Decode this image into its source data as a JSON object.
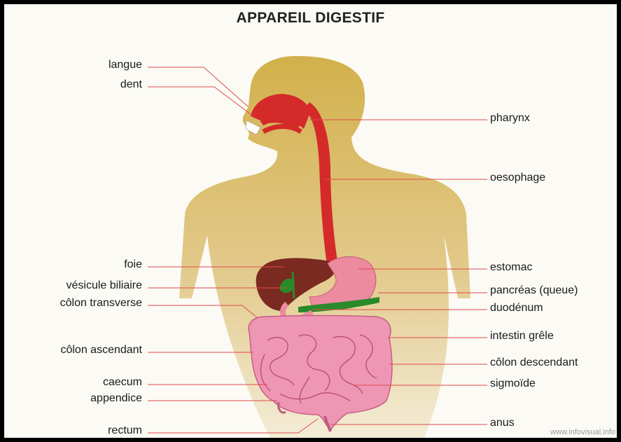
{
  "title": "APPAREIL DIGESTIF",
  "labels_left": {
    "langue": "langue",
    "dent": "dent",
    "foie": "foie",
    "vesicule": "vésicule biliaire",
    "colon_transverse": "côlon transverse",
    "colon_ascendant": "côlon ascendant",
    "caecum": "caecum",
    "appendice": "appendice",
    "rectum": "rectum"
  },
  "labels_right": {
    "pharynx": "pharynx",
    "oesophage": "oesophage",
    "estomac": "estomac",
    "pancreas": "pancréas (queue)",
    "duodenum": "duodénum",
    "intestin": "intestin grêle",
    "colon_descendant": "côlon descendant",
    "sigmoide": "sigmoïde",
    "anus": "anus"
  },
  "watermark": "www.infovisual.info",
  "colors": {
    "body": "#d8bb5e",
    "digestive_tract": "#d42a2a",
    "stomach": "#ec8aa0",
    "liver": "#7a2a20",
    "gallbladder_pancreas": "#2a8a2a",
    "intestines": "#ee96b4",
    "leader_lines": "#e04a4a"
  }
}
